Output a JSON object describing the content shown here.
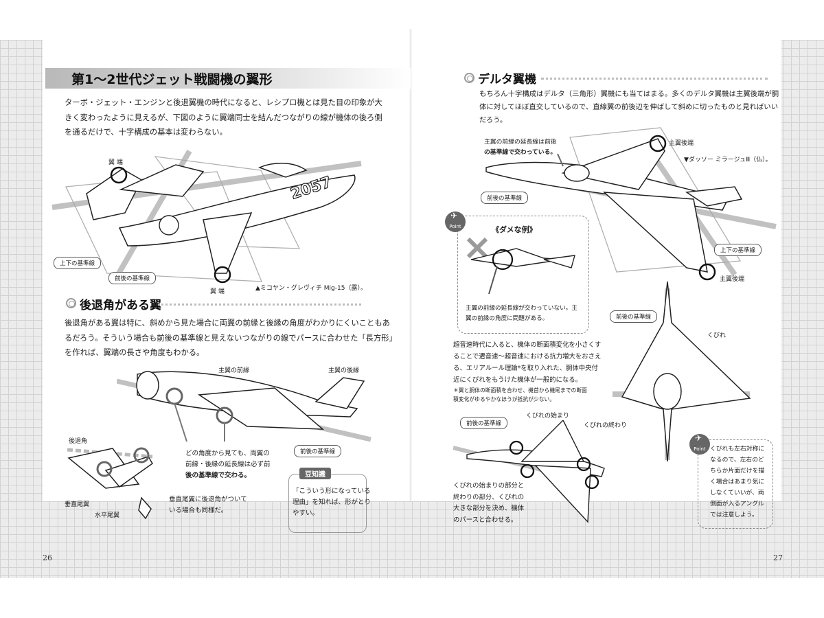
{
  "left": {
    "heading": "第1〜2世代ジェット戦闘機の翼形",
    "intro_lines": [
      "ターボ・ジェット・エンジンと後退翼機の時代になると、レシプロ機とは見た目の印象が大",
      "きく変わったように見えるが、下図のように翼端同士を結んだつながりの線が機体の後ろ側",
      "を通るだけで、十字構成の基本は変わらない。"
    ],
    "fig1": {
      "label_wingtip_top": "翼 端",
      "label_wingtip_bottom": "翼 端",
      "label_vertical_ref": "上下の基準線",
      "label_fore_aft_ref": "前後の基準線",
      "fuselage_number": "2057",
      "caption": "▲ミコヤン・グレヴィチ Mig-15（露）。"
    },
    "section2_heading": "後退角がある翼",
    "section2_lines": [
      "後退角がある翼は特に、斜めから見た場合に両翼の前縁と後縁の角度がわかりにくいこともあ",
      "るだろう。そういう場合も前後の基準線と見えないつながりの線でパースに合わせた「長方形」",
      "を作れば、翼端の長さや角度もわかる。"
    ],
    "fig2": {
      "label_leading_edge": "主翼の前縁",
      "label_trailing_edge": "主翼の後縁",
      "label_fore_aft_ref": "前後の基準線",
      "label_sweep": "後退角",
      "label_vertical_tail": "垂直尾翼",
      "label_horizontal_tail": "水平尾翼",
      "note_lines": [
        "どの角度から見ても、両翼の",
        "前縁・後縁の延長線は必ず前",
        "後の基準線で交わる。"
      ],
      "tail_note_lines": [
        "垂直尾翼に後退角がついて",
        "いる場合も同様だ。"
      ]
    },
    "tip": {
      "badge": "豆知識",
      "lines": [
        "「こういう形になっている",
        "理由」を知れば、形がとり",
        "やすい。"
      ]
    },
    "page_number": "26"
  },
  "right": {
    "heading": "デルタ翼機",
    "intro_lines": [
      "もちろん十字構成はデルタ（三角形）翼機にも当てはまる。多くのデルタ翼機は主翼後端が胴",
      "体に対してほぼ直交しているので、直線翼の前後辺を伸ばして斜めに切ったものと見ればいい",
      "だろう。"
    ],
    "fig1": {
      "note_lines": [
        "主翼の前縁の延長線は前後",
        "の基準線で交わっている。"
      ],
      "label_trailing_top": "主翼後端",
      "label_trailing_bottom": "主翼後端",
      "label_fore_aft_ref": "前後の基準線",
      "label_vertical_ref": "上下の基準線",
      "caption": "▼ダッソー ミラージュⅢ（仏）。"
    },
    "bad_example": {
      "badge": "Point",
      "title": "《ダメな例》",
      "lines": [
        "主翼の前縁の延長線が交わっていない。主",
        "翼の前縁の角度に問題がある。"
      ]
    },
    "area_rule_lines": [
      "超音速時代に入ると、機体の断面積変化を小さくす",
      "ることで遷音速〜超音速における抗力増大をおさえ",
      "る、エリアルール理論*を取り入れた、胴体中央付",
      "近にくびれをもうけた機体が一般的になる。"
    ],
    "footnote_lines": [
      "＊翼と胴体の断面積を合わせ、機首から機尾までの断面",
      "積変化がゆるやかなほうが抵抗が少ない。"
    ],
    "fig2": {
      "label_fore_aft_ref": "前後の基準線",
      "label_waist": "くびれ"
    },
    "fig3": {
      "label_fore_aft_ref": "前後の基準線",
      "label_waist_start": "くびれの始まり",
      "label_waist_end": "くびれの終わり",
      "note_lines": [
        "くびれの始まりの部分と",
        "終わりの部分、くびれの",
        "大きな部分を決め、機体",
        "のパースと合わせる。"
      ]
    },
    "point_box": {
      "badge": "Point",
      "lines": [
        "くびれも左右対称に",
        "なるので、左右のど",
        "ちらか片面だけを描",
        "く場合はあまり気に",
        "しなくていいが、両",
        "側面が入るアングル",
        "では注意しよう。"
      ]
    },
    "page_number": "27"
  }
}
